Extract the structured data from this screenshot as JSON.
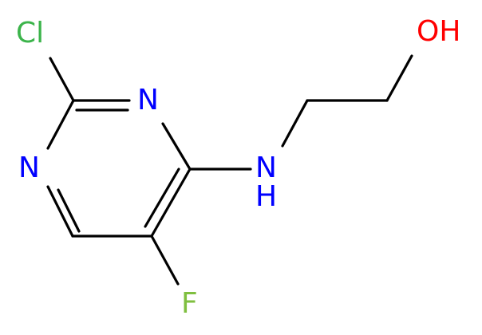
{
  "molecule": {
    "atoms": {
      "cl": "Cl",
      "n_ring_top": "N",
      "n_ring_left": "N",
      "nh_n": "N",
      "nh_h": "H",
      "oh": "OH",
      "f": "F"
    },
    "colors": {
      "bond": "#000000",
      "chlorine": "#3cb44b",
      "nitrogen": "#0000ff",
      "oxygen": "#ff0000",
      "fluorine": "#7fbf3f"
    }
  }
}
